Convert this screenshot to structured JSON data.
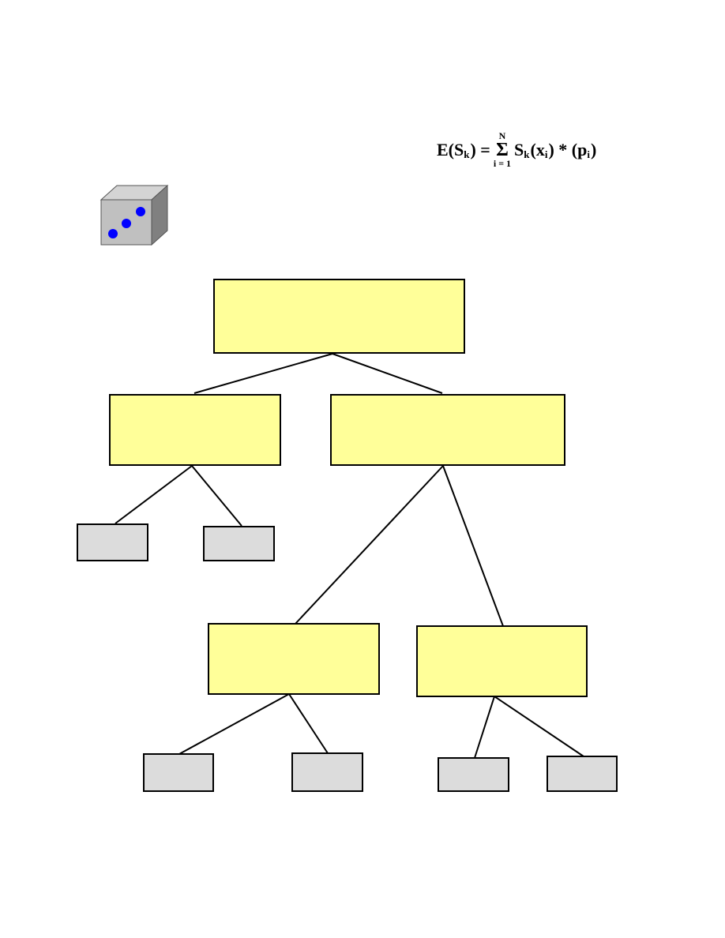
{
  "formula": {
    "lhs_open": "E(S",
    "lhs_sub": "k",
    "lhs_close": ") =",
    "sigma": "Σ",
    "upper": "N",
    "lower": "i = 1",
    "term_s": "S",
    "term_s_sub": "k",
    "term_x": "(x",
    "term_x_sub": "i",
    "term_mid": ") * (p",
    "term_p_sub": "i",
    "term_close": ")"
  },
  "colors": {
    "node": "#ffff99",
    "leaf": "#dcdcdc",
    "pip": "#0000ff",
    "die": "#c0c0c0"
  }
}
